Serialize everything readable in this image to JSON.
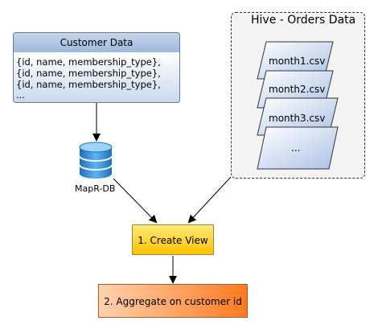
{
  "customer_data": {
    "title": "Customer Data",
    "lines": [
      "{id, name, membership_type},",
      "{id, name, membership_type},",
      "{id, name, membership_type},",
      "..."
    ]
  },
  "database": {
    "label": "MapR-DB"
  },
  "hive": {
    "title": "Hive - Orders Data",
    "files": [
      "month1.csv",
      "month2.csv",
      "month3.csv",
      "..."
    ]
  },
  "steps": {
    "create_view": "1. Create View",
    "aggregate": "2. Aggregate on customer id"
  },
  "colors": {
    "customer_fill": "#a8bfe0",
    "file_fill": "#bcd0ea",
    "db_fill": "#2f8fd8",
    "create_fill": "#ffd21a",
    "aggregate_fill": "#ff8a2a"
  }
}
